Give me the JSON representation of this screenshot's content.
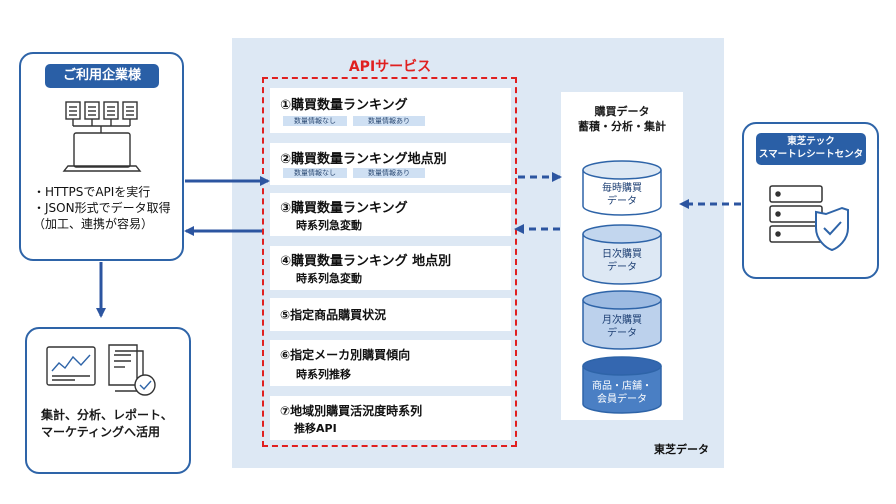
{
  "client": {
    "title": "ご利用企業様",
    "lines": [
      "・HTTPSでAPIを実行",
      "・JSON形式でデータ取得",
      "（加工、連携が容易）"
    ]
  },
  "analytics": {
    "lines": [
      "集計、分析、レポート、",
      "マーケティングへ活用"
    ]
  },
  "api": {
    "title": "APIサービス",
    "items": [
      {
        "line1": "①購買数量ランキング",
        "tags": [
          "数量情報なし",
          "数量情報あり"
        ]
      },
      {
        "line1": "②購買数量ランキング地点別",
        "tags": [
          "数量情報なし",
          "数量情報あり"
        ]
      },
      {
        "line1": "③購買数量ランキング",
        "line2": "時系列急変動"
      },
      {
        "line1": "④購買数量ランキング 地点別",
        "line2": "時系列急変動"
      },
      {
        "line1": "⑤指定商品購買状況"
      },
      {
        "line1": "⑥指定メーカ別購買傾向",
        "line2": "時系列推移"
      },
      {
        "line1": "⑦地域別購買活況度時系列",
        "line2": "推移API"
      }
    ]
  },
  "data_store": {
    "heading": [
      "購買データ",
      "蓄積・分析・集計"
    ],
    "cylinders": [
      {
        "lines": [
          "毎時購買",
          "データ"
        ]
      },
      {
        "lines": [
          "日次購買",
          "データ"
        ]
      },
      {
        "lines": [
          "月次購買",
          "データ"
        ]
      },
      {
        "lines": [
          "商品・店舗・",
          "会員データ"
        ]
      }
    ]
  },
  "footer_label": "東芝データ",
  "smart_receipt": {
    "lines": [
      "東芝テック",
      "スマートレシートセンター"
    ]
  },
  "colors": {
    "accent_blue": "#2a5fa6",
    "arrow_blue": "#2c55a0",
    "red": "#e02020",
    "panel": "#dde8f4"
  }
}
